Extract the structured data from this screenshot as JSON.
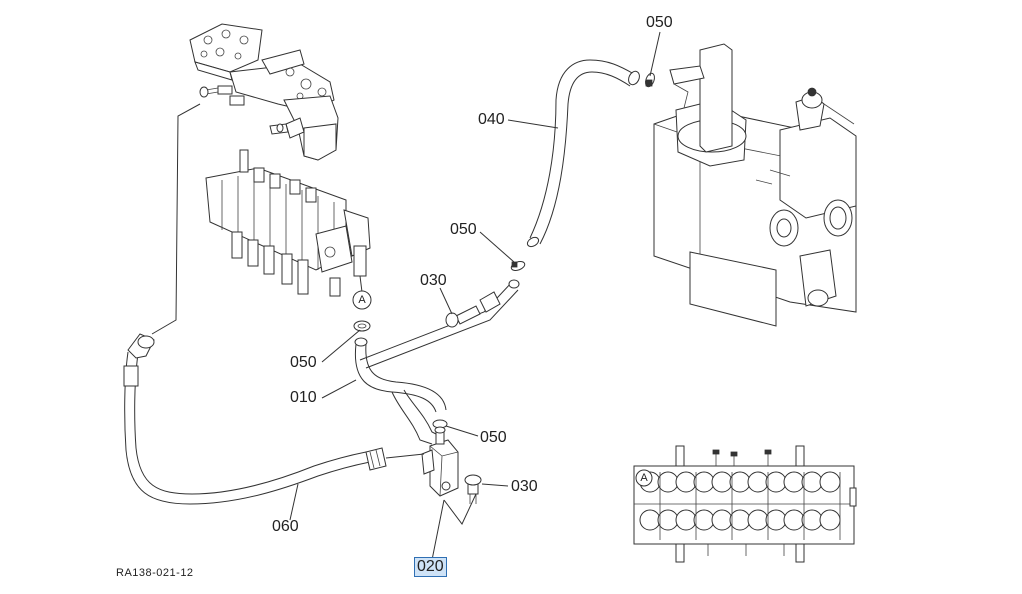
{
  "callouts": {
    "p050_top": "050",
    "p040": "040",
    "p050_mid": "050",
    "p030_top": "030",
    "p050_left": "050",
    "p010": "010",
    "p050_low": "050",
    "p030_low": "030",
    "p060": "060",
    "p020": "020"
  },
  "markers": {
    "a_valve": "A",
    "a_inset": "A"
  },
  "drawing_code": "RA138-021-12",
  "selected_part": "020"
}
